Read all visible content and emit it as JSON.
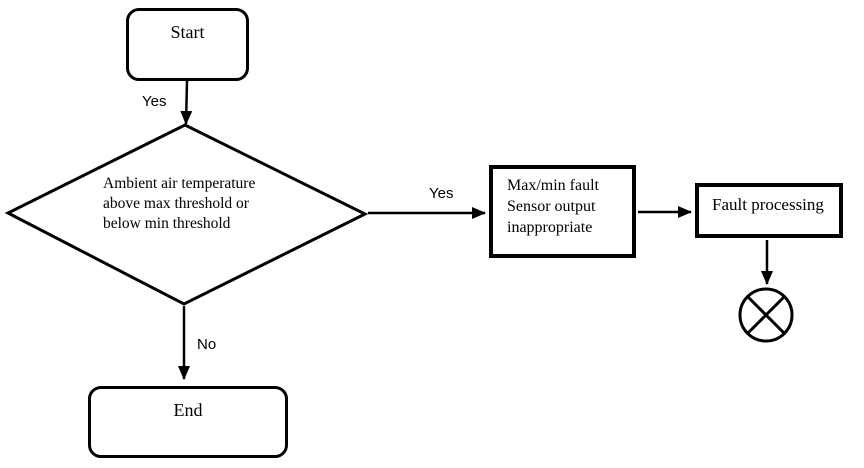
{
  "colors": {
    "ink": "#000000",
    "background": "#ffffff"
  },
  "flowchart": {
    "nodes": {
      "start": {
        "label": "Start"
      },
      "decision": {
        "lines": [
          "Ambient air temperature",
          "above max threshold or",
          "below min threshold"
        ]
      },
      "fault": {
        "lines": [
          "Max/min fault",
          "Sensor output",
          "inappropriate"
        ]
      },
      "processing": {
        "label": "Fault processing"
      },
      "end": {
        "label": "End"
      }
    },
    "edges": {
      "start_to_decision": {
        "label": "Yes"
      },
      "decision_to_fault": {
        "label": "Yes"
      },
      "decision_to_end": {
        "label": "No"
      }
    }
  }
}
